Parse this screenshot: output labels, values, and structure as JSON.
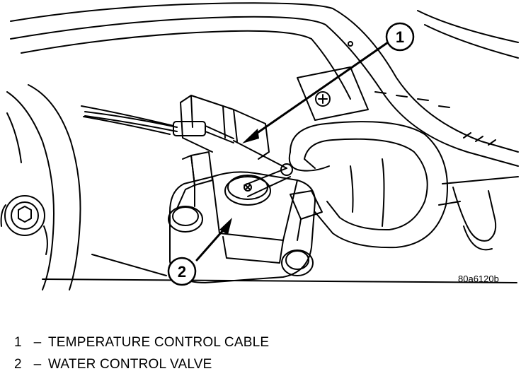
{
  "figure": {
    "figure_code": "80a6120b",
    "callouts": [
      {
        "number": "1",
        "label": "TEMPERATURE CONTROL CABLE"
      },
      {
        "number": "2",
        "label": "WATER CONTROL VALVE"
      }
    ],
    "separator": "–"
  }
}
